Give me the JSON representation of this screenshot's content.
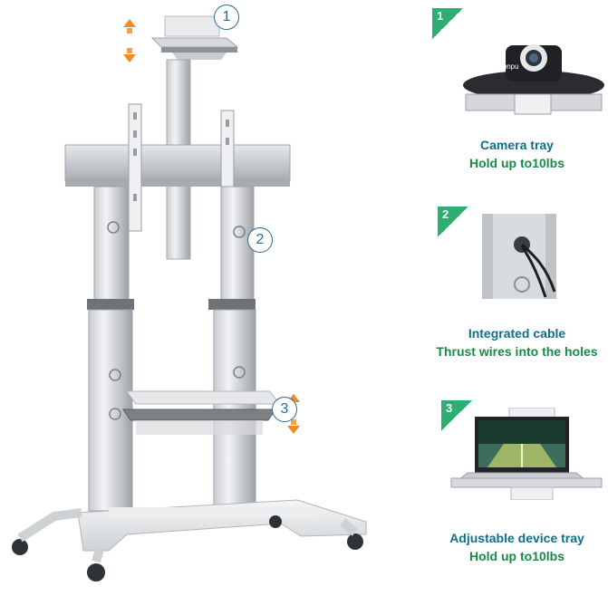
{
  "callouts": [
    "1",
    "2",
    "3"
  ],
  "features": [
    {
      "badge": "1",
      "title": "Camera tray",
      "subtitle": "Hold up to10lbs",
      "camera_label": "Runpu"
    },
    {
      "badge": "2",
      "title": "Integrated cable",
      "subtitle": "Thrust wires into the holes"
    },
    {
      "badge": "3",
      "title": "Adjustable device tray",
      "subtitle": "Hold up to10lbs"
    }
  ],
  "colors": {
    "callout_border": "#2b6a8f",
    "arrow": "#f08a24",
    "badge": "#2fae73",
    "caption_title": "#0f6e8a",
    "caption_sub": "#1a8a4a"
  }
}
